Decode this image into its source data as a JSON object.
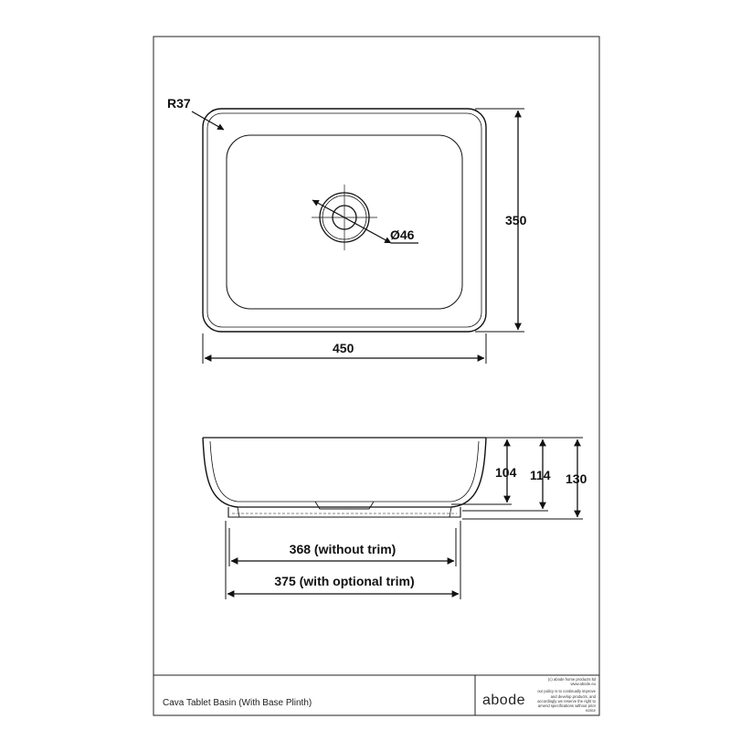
{
  "dimensions": {
    "radius": "R37",
    "drain": "Ø46",
    "width": "450",
    "depth": "350",
    "height_inner": "104",
    "height_plinth": "114",
    "height_total": "130",
    "base_without_trim": "368 (without trim)",
    "base_with_trim": "375 (with optional trim)"
  },
  "title_block": {
    "product": "Cava Tablet Basin (With Base Plinth)",
    "brand": "abode",
    "copyright": "(c) abode home products ltd www.abode.eu",
    "policy": "our policy is to continually improve and develop products, and accordingly we reserve the right to amend specifications without prior notice"
  }
}
